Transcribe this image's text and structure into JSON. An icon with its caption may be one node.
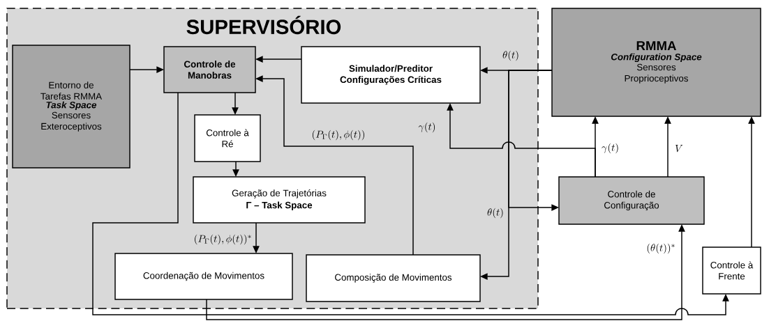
{
  "diagram": {
    "nodes": [
      {
        "text": [
          "SUPERVISÓRIO"
        ]
      },
      {
        "text": [
          "Entorno de Tarefas RMMA",
          "Task Space",
          "Sensores Exteroceptivos"
        ],
        "in": 0
      },
      {
        "text": [
          "Controle de Manobras"
        ],
        "in": 0
      },
      {
        "text": [
          "Simulador/Preditor Configurações Críticas"
        ],
        "in": 0
      },
      {
        "text": [
          "Controle à Ré"
        ],
        "in": 0
      },
      {
        "text": [
          "Geração de Trajetórias",
          "Γ – Task Space"
        ],
        "in": 0
      },
      {
        "text": [
          "Coordenação de Movimentos"
        ],
        "in": 0
      },
      {
        "text": [
          "Composição de Movimentos"
        ],
        "in": 0
      },
      {
        "text": [
          "RMMA",
          "Configuration Space",
          "Sensores Proprioceptivos"
        ]
      },
      {
        "text": [
          "Controle de Configuração"
        ]
      },
      {
        "text": [
          "Controle à Frente"
        ]
      }
    ],
    "edges": [
      {
        "from": 1,
        "to": 2,
        "arrow": "to"
      },
      {
        "from": 3,
        "to": 2,
        "arrow": "to"
      },
      {
        "from": 7,
        "to": 2,
        "arrow": "to",
        "label": "(P_\\Gamma(t),\\phi(t))"
      },
      {
        "from": 2,
        "to": 4,
        "arrow": "to"
      },
      {
        "from": 4,
        "to": 5,
        "arrow": "to"
      },
      {
        "from": 5,
        "to": 6,
        "arrow": "to",
        "label": "(P_\\Gamma(t),\\phi(t))^*"
      },
      {
        "from": 8,
        "to": 3,
        "arrow": "to",
        "label": "\\theta(t)"
      },
      {
        "from": 8,
        "to": 9,
        "arrow": "to",
        "label": "\\theta(t)"
      },
      {
        "from": 8,
        "to": 7,
        "arrow": "to"
      },
      {
        "from": 9,
        "to": 8,
        "arrow": "to",
        "label": "\\gamma(t)"
      },
      {
        "from": 9,
        "to": 3,
        "arrow": "to",
        "label": "\\gamma(t)"
      },
      {
        "from": 9,
        "to": 8,
        "arrow": "to",
        "label": "V"
      },
      {
        "from": 10,
        "to": 8,
        "arrow": "to"
      },
      {
        "from": 6,
        "to": 9,
        "arrow": "to",
        "label": "(\\theta(t))^*"
      },
      {
        "from": 2,
        "to": 10,
        "arrow": "to"
      }
    ]
  }
}
